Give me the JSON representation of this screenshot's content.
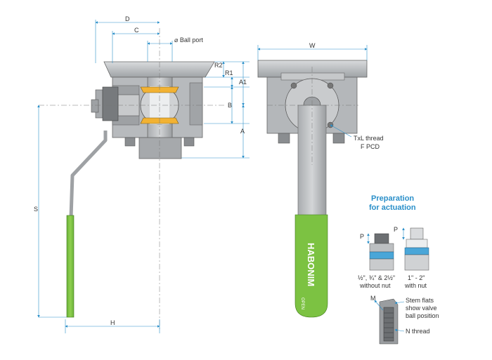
{
  "dimensions": {
    "D": "D",
    "C": "C",
    "ball_port": "⌀ Ball port",
    "R2": "R2",
    "R1": "R1",
    "A1": "A1",
    "B": "B",
    "A": "A",
    "S": "S",
    "H": "H",
    "W": "W",
    "P_left": "P",
    "P_right": "P",
    "M": "M"
  },
  "notes": {
    "txl_thread_line1": "TxL thread",
    "txl_thread_line2": "F PCD",
    "prep_line1": "Preparation",
    "prep_line2": "for actuation",
    "small_sizes_line1": "½\", ¾\" & 2½\"",
    "small_sizes_line2": "without nut",
    "large_sizes_line1": "1\" - 2\"",
    "large_sizes_line2": "with nut",
    "stem_flats_line1": "Stem flats",
    "stem_flats_line2": "show valve",
    "stem_flats_line3": "ball position",
    "n_thread": "N thread"
  },
  "brand": {
    "logo_text": "HABONIM",
    "open_text": "OPEN"
  },
  "colors": {
    "handle_green": "#7cc242",
    "steel": "#b9bcbf",
    "steel_dark": "#8a8d90",
    "seat_orange": "#f2b233",
    "heading_blue": "#2a8fc9",
    "stem_blue": "#4aa6d8"
  }
}
